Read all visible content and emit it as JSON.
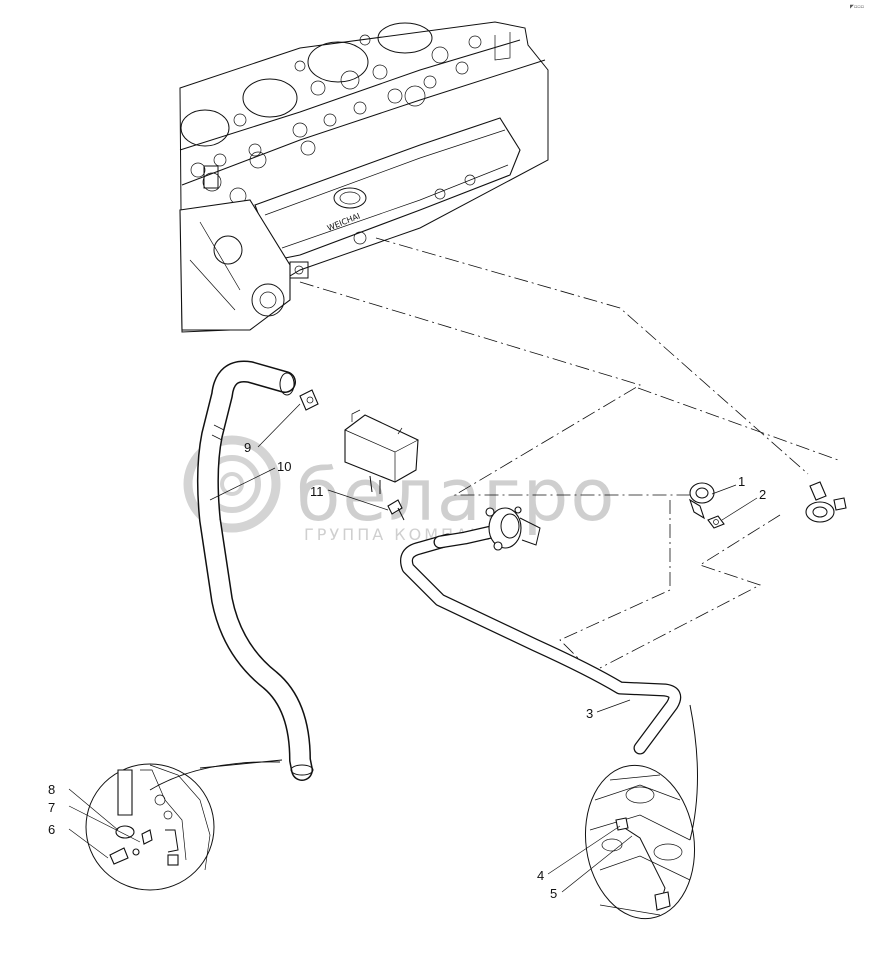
{
  "watermark": {
    "brand": "белагро",
    "tagline": "ГРУППА КОМПАНИЙ"
  },
  "engine_plate_text": "WEICHAI",
  "corner_mark": "◤▫▫▫",
  "callouts": {
    "c1": "1",
    "c2": "2",
    "c3": "3",
    "c4": "4",
    "c5": "5",
    "c6": "6",
    "c7": "7",
    "c8": "8",
    "c9": "9",
    "c10": "10",
    "c11": "11"
  }
}
